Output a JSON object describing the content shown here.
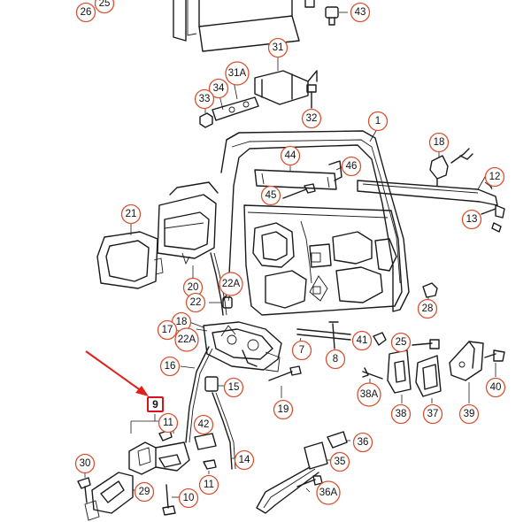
{
  "diagram": {
    "highlighted_label": "9",
    "arrow_color": "#e0201b",
    "callout_color": "#d9502f",
    "callouts": [
      {
        "id": "c26",
        "label": "26"
      },
      {
        "id": "c25a",
        "label": "25"
      },
      {
        "id": "c43",
        "label": "43"
      },
      {
        "id": "c31",
        "label": "31"
      },
      {
        "id": "c31a",
        "label": "31A"
      },
      {
        "id": "c34",
        "label": "34"
      },
      {
        "id": "c33",
        "label": "33"
      },
      {
        "id": "c32",
        "label": "32"
      },
      {
        "id": "c1",
        "label": "1"
      },
      {
        "id": "c18r",
        "label": "18"
      },
      {
        "id": "c44",
        "label": "44"
      },
      {
        "id": "c46",
        "label": "46"
      },
      {
        "id": "c12",
        "label": "12"
      },
      {
        "id": "c45",
        "label": "45"
      },
      {
        "id": "c13",
        "label": "13"
      },
      {
        "id": "c21",
        "label": "21"
      },
      {
        "id": "c22a",
        "label": "22A"
      },
      {
        "id": "c20",
        "label": "20"
      },
      {
        "id": "c22",
        "label": "22"
      },
      {
        "id": "c28",
        "label": "28"
      },
      {
        "id": "c18",
        "label": "18"
      },
      {
        "id": "c17",
        "label": "17"
      },
      {
        "id": "c22a2",
        "label": "22A"
      },
      {
        "id": "c41",
        "label": "41"
      },
      {
        "id": "c25",
        "label": "25"
      },
      {
        "id": "c7",
        "label": "7"
      },
      {
        "id": "c8",
        "label": "8"
      },
      {
        "id": "c16",
        "label": "16"
      },
      {
        "id": "c15",
        "label": "15"
      },
      {
        "id": "c38a",
        "label": "38A"
      },
      {
        "id": "c40",
        "label": "40"
      },
      {
        "id": "c19",
        "label": "19"
      },
      {
        "id": "c38",
        "label": "38"
      },
      {
        "id": "c37",
        "label": "37"
      },
      {
        "id": "c39",
        "label": "39"
      },
      {
        "id": "c11a",
        "label": "11"
      },
      {
        "id": "c42",
        "label": "42"
      },
      {
        "id": "c36",
        "label": "36"
      },
      {
        "id": "c35",
        "label": "35"
      },
      {
        "id": "c14",
        "label": "14"
      },
      {
        "id": "c30",
        "label": "30"
      },
      {
        "id": "c11b",
        "label": "11"
      },
      {
        "id": "c36a",
        "label": "36A"
      },
      {
        "id": "c29",
        "label": "29"
      },
      {
        "id": "c10",
        "label": "10"
      }
    ]
  }
}
